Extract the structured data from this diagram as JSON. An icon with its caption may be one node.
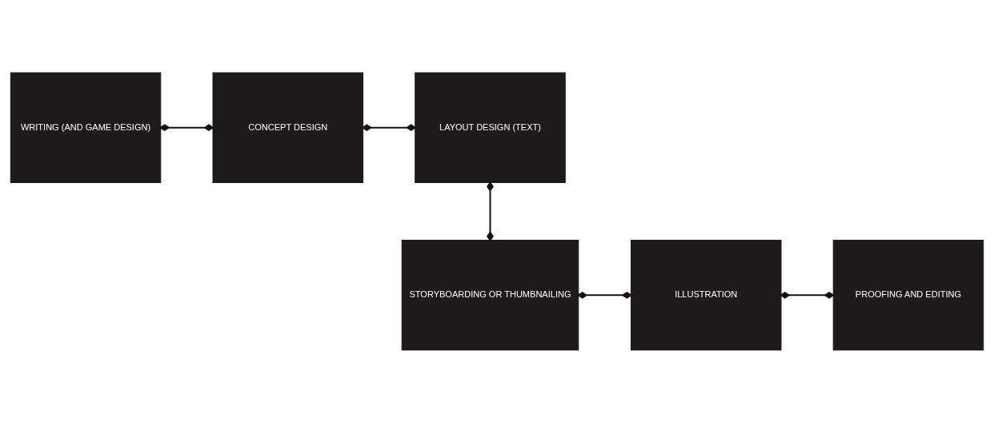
{
  "diagram": {
    "nodes": [
      {
        "text": [
          "WRITING (AND GAME DESIGN)"
        ]
      },
      {
        "text": [
          "CONCEPT DESIGN"
        ]
      },
      {
        "text": [
          "LAYOUT DESIGN (TEXT)"
        ]
      },
      {
        "text": [
          "STORYBOARDING OR THUMBNAILING"
        ]
      },
      {
        "text": [
          "ILLUSTRATION"
        ]
      },
      {
        "text": [
          "PROOFING AND EDITING"
        ]
      }
    ],
    "edges": [
      {
        "from": 0,
        "to": 1,
        "arrow": "other"
      },
      {
        "from": 1,
        "to": 2,
        "arrow": "other"
      },
      {
        "from": 2,
        "to": 3,
        "arrow": "other"
      },
      {
        "from": 3,
        "to": 4,
        "arrow": "other"
      },
      {
        "from": 4,
        "to": 5,
        "arrow": "other"
      }
    ]
  }
}
